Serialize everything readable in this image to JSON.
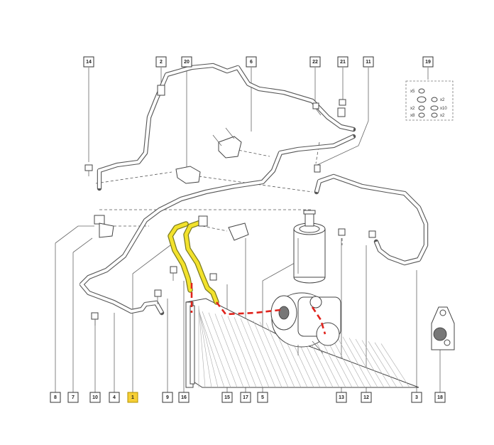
{
  "callouts": [
    {
      "id": "c14",
      "label": "14"
    },
    {
      "id": "c2",
      "label": "2"
    },
    {
      "id": "c20",
      "label": "20"
    },
    {
      "id": "c6",
      "label": "6"
    },
    {
      "id": "c22",
      "label": "22"
    },
    {
      "id": "c21",
      "label": "21"
    },
    {
      "id": "c11",
      "label": "11"
    },
    {
      "id": "c19",
      "label": "19"
    },
    {
      "id": "c8",
      "label": "8"
    },
    {
      "id": "c7",
      "label": "7"
    },
    {
      "id": "c10",
      "label": "10"
    },
    {
      "id": "c4",
      "label": "4"
    },
    {
      "id": "c1",
      "label": "1",
      "highlighted": true
    },
    {
      "id": "c9",
      "label": "9"
    },
    {
      "id": "c16",
      "label": "16"
    },
    {
      "id": "c15",
      "label": "15"
    },
    {
      "id": "c17",
      "label": "17"
    },
    {
      "id": "c5",
      "label": "5"
    },
    {
      "id": "c13",
      "label": "13"
    },
    {
      "id": "c12",
      "label": "12"
    },
    {
      "id": "c3",
      "label": "3"
    },
    {
      "id": "c18",
      "label": "18"
    }
  ],
  "seal_kit": {
    "items": [
      {
        "label": "x5"
      },
      {
        "label": "x2"
      },
      {
        "label": "x2"
      },
      {
        "label": "x10"
      },
      {
        "label": "x8"
      },
      {
        "label": "x2"
      }
    ]
  },
  "accents": {
    "highlight_hose": "#f3e22c",
    "highlight_callout": "#f6cf35",
    "route_red": "#e0231c"
  }
}
